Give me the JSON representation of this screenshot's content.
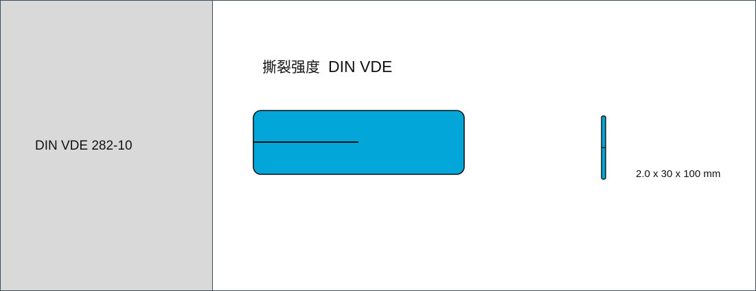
{
  "left_panel": {
    "standard_label": "DIN VDE 282-10"
  },
  "right_panel": {
    "title_cn": "撕裂强度",
    "title_en": "DIN VDE",
    "dimension_label": "2.0 x 30 x 100 mm"
  },
  "colors": {
    "specimen_fill": "#02a6d8",
    "outline": "#111111",
    "left_panel_bg": "#d9d9d9",
    "border": "#3a4a5c"
  }
}
